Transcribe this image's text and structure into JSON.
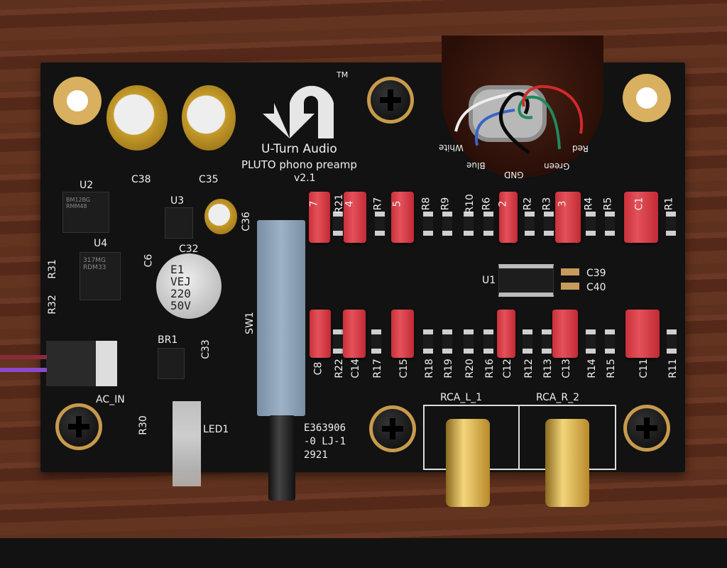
{
  "brand": {
    "logo": "U-Turn Audio logo",
    "trademark": "TM",
    "name": "U-Turn Audio",
    "product": "PLUTO phono preamp",
    "version": "v2.1"
  },
  "wires": {
    "white": "White",
    "blue": "Blue",
    "gnd": "GND",
    "green": "Green",
    "red": "Red"
  },
  "power_section": {
    "c38": "C38",
    "c35": "C35",
    "u2": "U2",
    "u2_mark": "BM12BG RMM48",
    "u3": "U3",
    "c36": "C36",
    "u4": "U4",
    "u4_mark": "317MG RDM33",
    "c32": "C32",
    "c32_mark": [
      "E1",
      "VEJ",
      "220",
      "50V"
    ],
    "c6": "C6",
    "r31": "R31",
    "r32": "R32",
    "br1": "BR1",
    "c33": "C33",
    "ac_in": "AC_IN",
    "r30": "R30",
    "led1": "LED1",
    "sw1": "SW1"
  },
  "top_row_labels": [
    "7",
    "R21",
    "4",
    "R7",
    "5",
    "R8",
    "R9",
    "R10",
    "R6",
    "2",
    "R2",
    "R3",
    "3",
    "R4",
    "R5",
    "C1",
    "R1"
  ],
  "bottom_row_labels": [
    "C8",
    "R22",
    "C14",
    "R17",
    "C15",
    "R18",
    "R19",
    "R20",
    "R16",
    "C12",
    "R12",
    "R13",
    "C13",
    "R14",
    "R15",
    "C11",
    "R11"
  ],
  "opamp": {
    "u1": "U1",
    "c39": "C39",
    "c40": "C40"
  },
  "outputs": {
    "left": "RCA_L_1",
    "right": "RCA_R_2"
  },
  "ul_mark": [
    "E363906",
    "-0 LJ-1",
    "2921"
  ],
  "colors": {
    "board": "#121212",
    "silkscreen": "#f0f0f0",
    "film_capacitor": "#d63a44",
    "gold": "#d8b060",
    "wood": "#5b2f1d"
  }
}
